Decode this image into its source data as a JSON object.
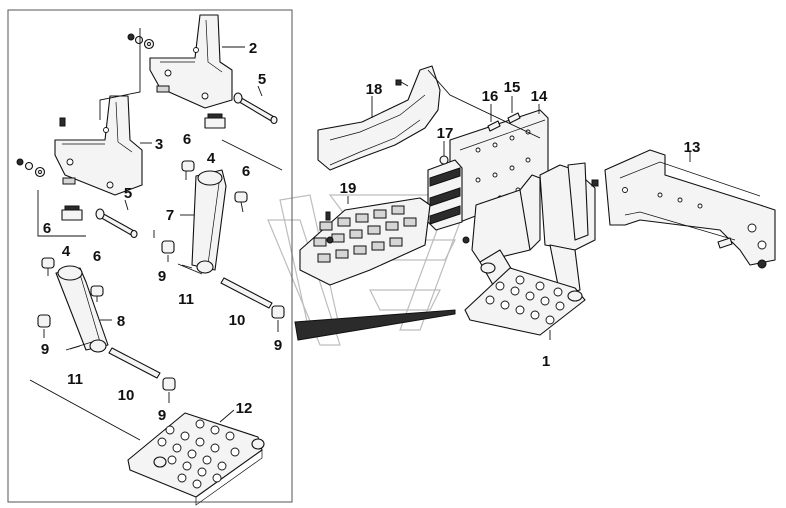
{
  "callouts": {
    "c1": "1",
    "c2": "2",
    "c3": "3",
    "c4a": "4",
    "c4b": "4",
    "c5a": "5",
    "c5b": "5",
    "c6a": "6",
    "c6b": "6",
    "c6c": "6",
    "c6d": "6",
    "c7": "7",
    "c8": "8",
    "c9a": "9",
    "c9b": "9",
    "c9c": "9",
    "c9d": "9",
    "c10a": "10",
    "c10b": "10",
    "c11a": "11",
    "c11b": "11",
    "c12": "12",
    "c13": "13",
    "c14": "14",
    "c15": "15",
    "c16": "16",
    "c17": "17",
    "c18": "18",
    "c19": "19"
  }
}
